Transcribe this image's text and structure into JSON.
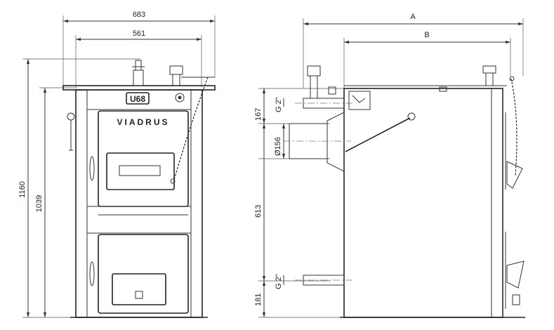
{
  "front_view": {
    "brand": "VIADRUS",
    "model": "U68",
    "width_overall": "683",
    "width_body": "561",
    "height_overall": "1160",
    "height_body": "1039"
  },
  "side_view": {
    "depth_overall": "A",
    "depth_body": "B",
    "outlet_thread": "G 2\"",
    "inlet_thread": "G 2\"",
    "dim_top_to_flue": "167",
    "flue_diameter": "Ø156",
    "dim_flue_to_inlet": "613",
    "dim_inlet_to_floor": "181"
  },
  "colors": {
    "line": "#333333",
    "fill": "#ffffff"
  }
}
